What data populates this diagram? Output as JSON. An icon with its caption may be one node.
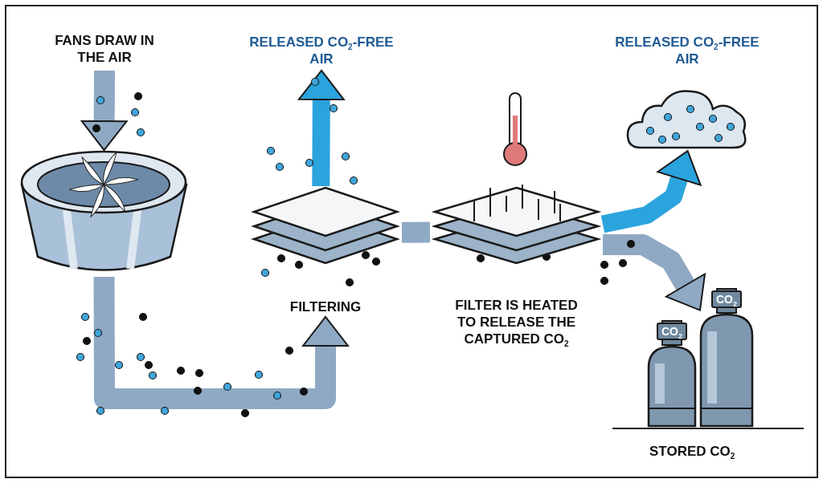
{
  "diagram": {
    "nodes": [
      {
        "text": [
          "FANS DRAW IN THE AIR"
        ]
      },
      {
        "text": [],
        "shape": "picture"
      },
      {
        "text": [
          "FILTERING"
        ]
      },
      {
        "text": [
          "RELEASED CO$_{2}$-FREE AIR"
        ]
      },
      {
        "text": [
          "FILTER IS HEATED TO RELEASE THE CAPTURED CO$_{2}$"
        ]
      },
      {
        "text": [
          "RELEASED CO$_{2}$-FREE AIR"
        ]
      },
      {
        "text": [
          "CO$_{2}$"
        ]
      },
      {
        "text": [
          "CO$_{2}$"
        ]
      }
    ],
    "edges": [
      {
        "from": 0,
        "to": 1,
        "arrow": "to"
      },
      {
        "from": 1,
        "to": 2,
        "arrow": "to"
      },
      {
        "from": 2,
        "to": 3,
        "arrow": "to",
        "color": "#2ba3dd"
      },
      {
        "from": 2,
        "to": 4,
        "arrow": "none"
      },
      {
        "from": 4,
        "to": 5,
        "arrow": "to",
        "color": "#2ba3dd"
      },
      {
        "from": 4,
        "to": 7,
        "arrow": "to"
      }
    ],
    "labels": [
      "STORED CO$_{2}$"
    ]
  }
}
